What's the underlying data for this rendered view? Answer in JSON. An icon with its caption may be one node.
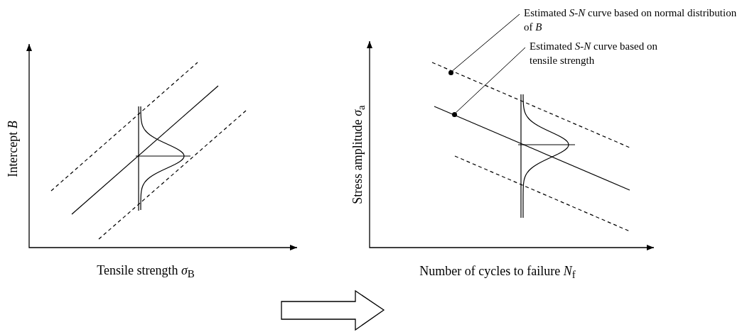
{
  "diagram": {
    "nodes": [
      {
        "text": [
          "Estimated *S*-*N* curve based on normal distribution of *B*"
        ]
      },
      {
        "text": [
          "Estimated *S*-*N* curve based on tensile strength"
        ]
      },
      {
        "text": [],
        "shape": "circle"
      },
      {
        "text": [],
        "shape": "circle"
      }
    ],
    "edges": [
      {
        "from": 0,
        "to": 2,
        "arrow": "none"
      },
      {
        "from": 1,
        "to": 3,
        "arrow": "none"
      }
    ],
    "labels": [
      "Intercept  *B*",
      "Tensile strength *σ*$_{B}$",
      "Stress amplitude *σ*$_{a}$",
      "Number of cycles to failure *N*$_{f}$"
    ]
  }
}
